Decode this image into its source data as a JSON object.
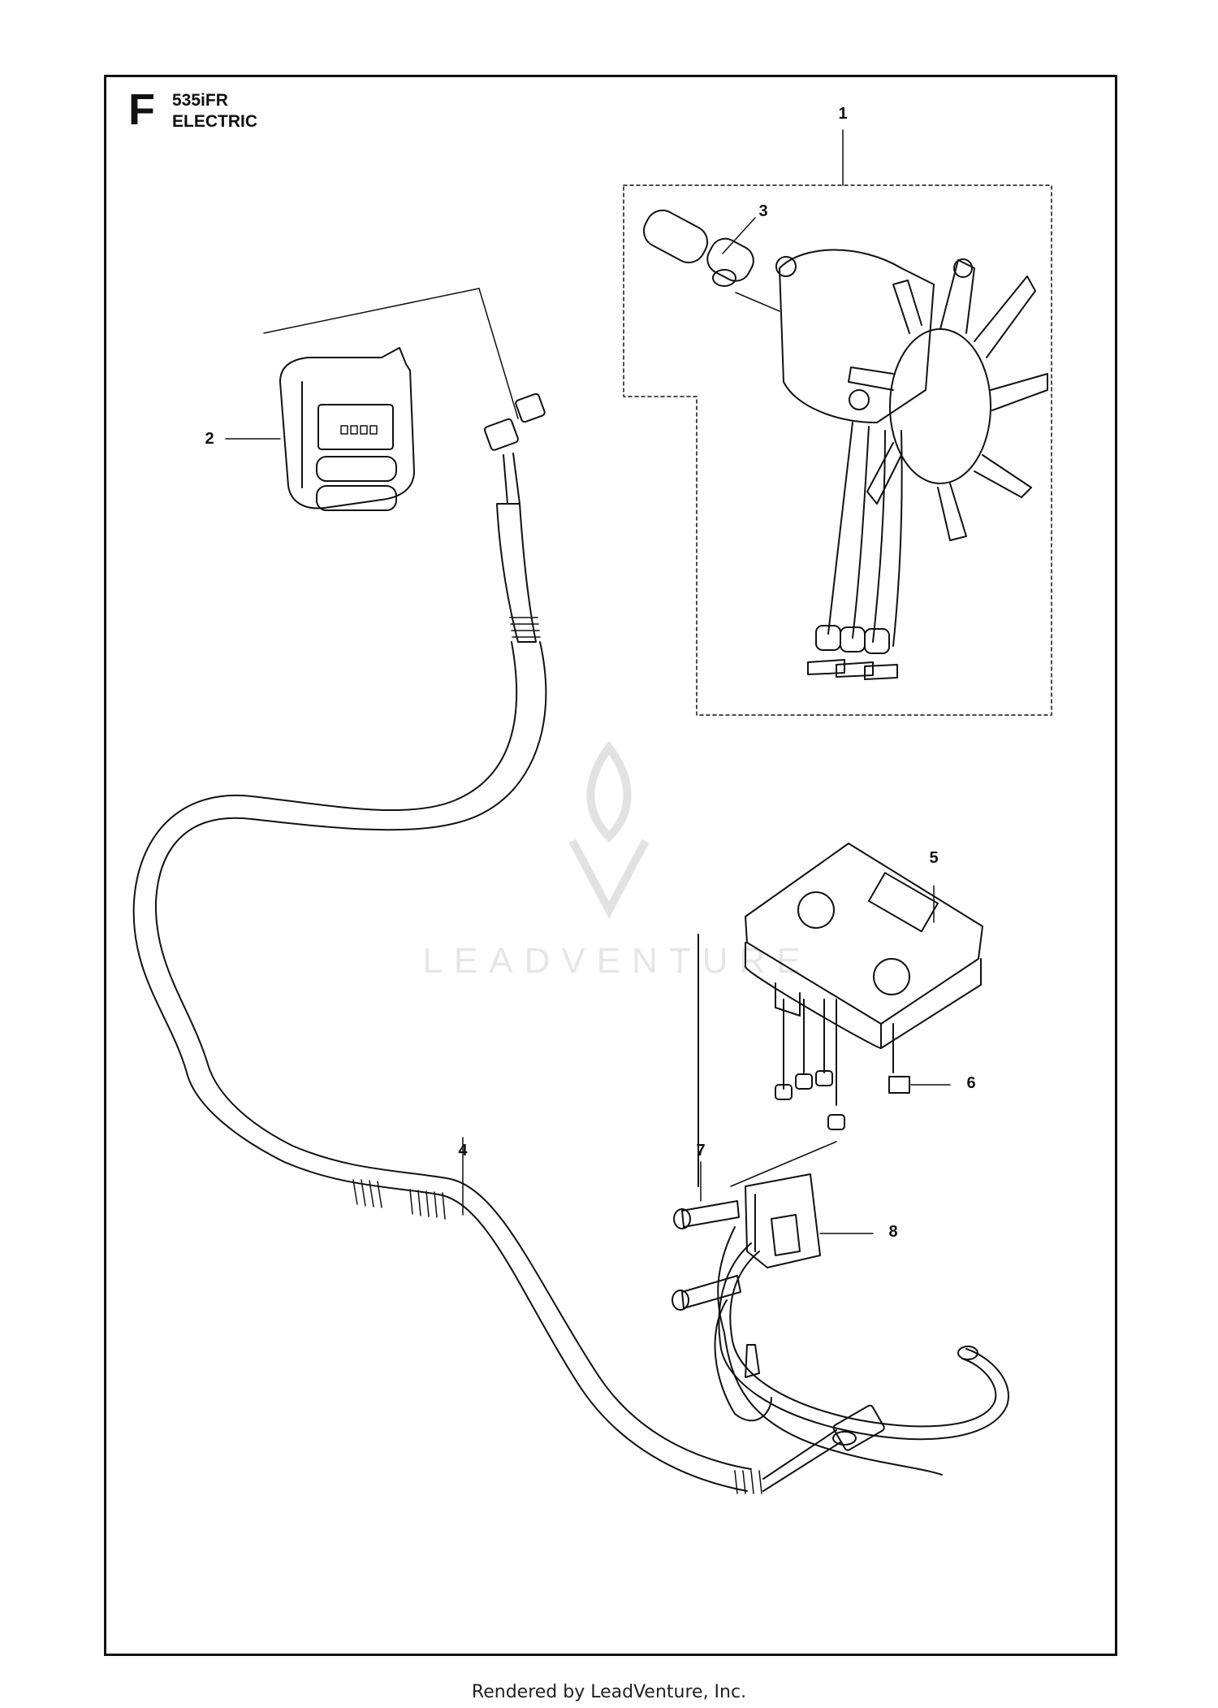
{
  "header": {
    "section_letter": "F",
    "model": "535iFR",
    "subtitle": "ELECTRIC"
  },
  "callouts": [
    "1",
    "2",
    "3",
    "4",
    "5",
    "6",
    "7",
    "8"
  ],
  "watermark": {
    "text": "LEADVENTURE"
  },
  "footer": {
    "text": "Rendered by LeadVenture, Inc."
  },
  "colors": {
    "line": "#111111",
    "watermark": "#e6e6e6"
  }
}
